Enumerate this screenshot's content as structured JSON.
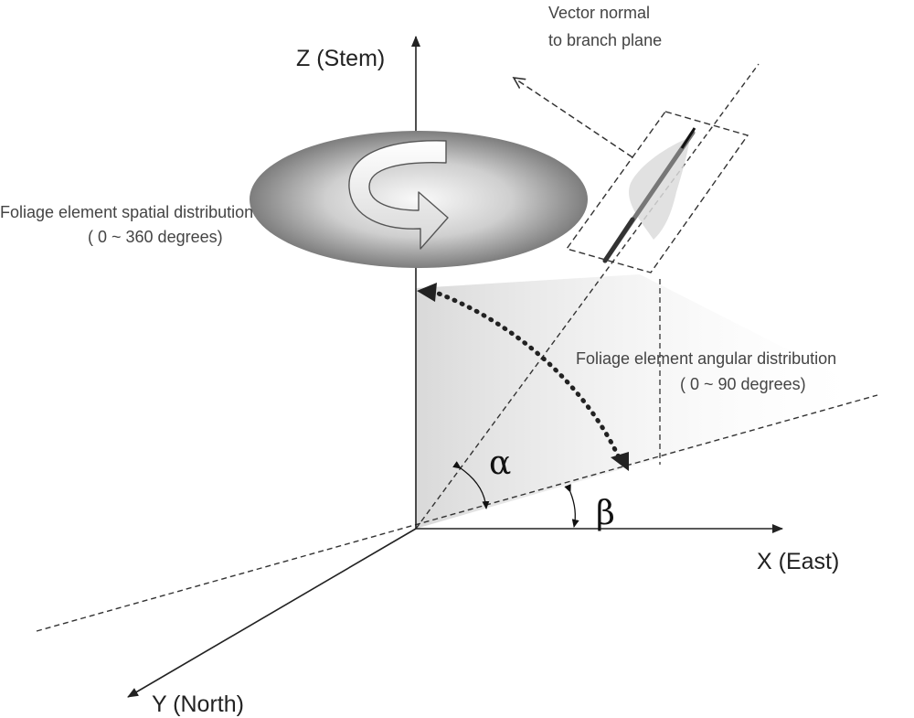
{
  "labels": {
    "z_axis": "Z (Stem)",
    "x_axis": "X (East)",
    "y_axis": "Y (North)",
    "normal_line1": "Vector normal",
    "normal_line2": "to branch plane",
    "spatial_line1": "Foliage element spatial distribution",
    "spatial_line2": "( 0  ~  360 degrees)",
    "angular_line1": "Foliage element angular distribution",
    "angular_line2": "( 0 ~ 90 degrees)",
    "alpha": "α",
    "beta": "β"
  }
}
